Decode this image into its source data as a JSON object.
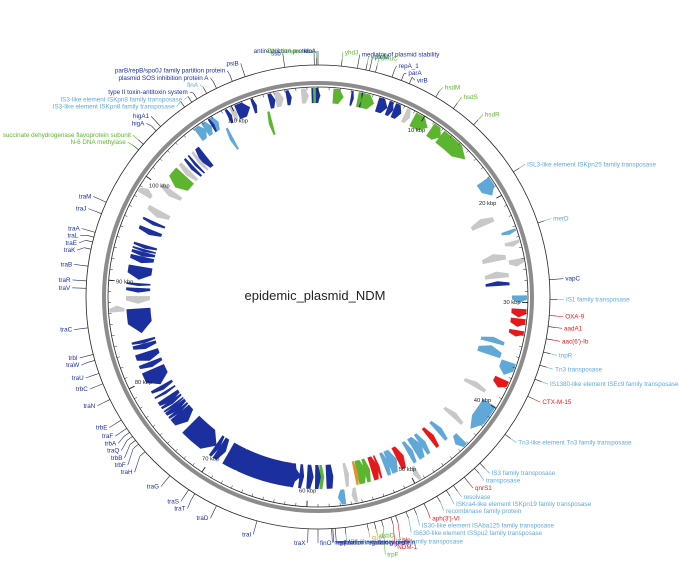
{
  "title": "epidemic_plasmid_NDM",
  "plasmid_length_kbp": 118,
  "tick_labels": [
    "10 kbp",
    "20 kbp",
    "30 kbp",
    "40 kbp",
    "50 kbp",
    "60 kbp",
    "70 kbp",
    "80 kbp",
    "90 kbp",
    "100 kbp",
    "110 kbp"
  ],
  "category_colors": {
    "replication": "#1b2f9e",
    "transfer": "#1b2f9e",
    "mobile": "#5fa8d8",
    "resistance": "#e5191c",
    "metabolic": "#5cb52e",
    "other": "#e5912e",
    "hypothetical": "#c8c8c8"
  },
  "features": [
    {
      "label": "antirestriction protein",
      "position_kbp": 117.7,
      "span_kbp": 0.6,
      "strand": "+",
      "category": "replication"
    },
    {
      "label": "DNA polymerase",
      "position_kbp": 117.9,
      "span_kbp": 0.7,
      "strand": "+",
      "category": "metabolic"
    },
    {
      "label": "klcA",
      "position_kbp": 118.0,
      "span_kbp": 0.4,
      "strand": "+",
      "category": "replication"
    },
    {
      "label": "yhdJ",
      "position_kbp": 1.9,
      "span_kbp": 1.0,
      "strand": "+",
      "category": "metabolic"
    },
    {
      "label": "mediator of plasmid stability",
      "position_kbp": 3.2,
      "span_kbp": 0.3,
      "strand": "+",
      "category": "replication"
    },
    {
      "label": "parM",
      "position_kbp": 4.2,
      "span_kbp": 0.5,
      "strand": "+",
      "category": "replication"
    },
    {
      "label": "umuD",
      "position_kbp": 3.9,
      "span_kbp": 0.4,
      "strand": "+",
      "category": "metabolic"
    },
    {
      "label": "umuC",
      "position_kbp": 4.7,
      "span_kbp": 1.2,
      "strand": "+",
      "category": "metabolic"
    },
    {
      "label": "repA_1",
      "position_kbp": 6.1,
      "span_kbp": 1.0,
      "strand": "+",
      "category": "replication"
    },
    {
      "label": "parA",
      "position_kbp": 6.9,
      "span_kbp": 0.6,
      "strand": "+",
      "category": "replication"
    },
    {
      "label": "virB",
      "position_kbp": 7.6,
      "span_kbp": 0.8,
      "strand": "+",
      "category": "replication"
    },
    {
      "label": "hsdM",
      "position_kbp": 10.0,
      "span_kbp": 1.6,
      "strand": "+",
      "category": "metabolic"
    },
    {
      "label": "hsdS",
      "position_kbp": 11.7,
      "span_kbp": 1.2,
      "strand": "+",
      "category": "metabolic"
    },
    {
      "label": "hsdR",
      "position_kbp": 13.8,
      "span_kbp": 3.2,
      "strand": "+",
      "category": "metabolic"
    },
    {
      "label": "ISL3-like element ISKpn25 family transposase",
      "position_kbp": 18.8,
      "span_kbp": 1.6,
      "strand": "+",
      "category": "mobile"
    },
    {
      "label": "merD",
      "position_kbp": 23.4,
      "span_kbp": 0.4,
      "strand": "+",
      "category": "mobile"
    },
    {
      "label": "vapC",
      "position_kbp": 28.1,
      "span_kbp": 0.5,
      "strand": "-",
      "category": "replication"
    },
    {
      "label": "IS1 family transposase",
      "position_kbp": 29.7,
      "span_kbp": 0.7,
      "strand": "+",
      "category": "mobile"
    },
    {
      "label": "OXA-9",
      "position_kbp": 31.0,
      "span_kbp": 0.8,
      "strand": "+",
      "category": "resistance"
    },
    {
      "label": "aadA1",
      "position_kbp": 31.9,
      "span_kbp": 0.8,
      "strand": "+",
      "category": "resistance"
    },
    {
      "label": "aac(6')-Ib",
      "position_kbp": 32.9,
      "span_kbp": 0.6,
      "strand": "+",
      "category": "resistance"
    },
    {
      "label": "tnpR",
      "position_kbp": 34.0,
      "span_kbp": 0.6,
      "strand": "-",
      "category": "mobile"
    },
    {
      "label": "Tn3 transposase",
      "position_kbp": 35.1,
      "span_kbp": 1.0,
      "strand": "-",
      "category": "mobile"
    },
    {
      "label": "IS1380-like element ISEc9 family transposase",
      "position_kbp": 36.3,
      "span_kbp": 1.3,
      "strand": "+",
      "category": "mobile"
    },
    {
      "label": "CTX-M-15",
      "position_kbp": 37.8,
      "span_kbp": 0.9,
      "strand": "+",
      "category": "resistance"
    },
    {
      "label": "Tn3-like element Tn3 family transposase",
      "position_kbp": 41.4,
      "span_kbp": 3.0,
      "strand": "+",
      "category": "mobile"
    },
    {
      "label": "IS3 family transposase",
      "position_kbp": 44.5,
      "span_kbp": 0.8,
      "strand": "+",
      "category": "mobile"
    },
    {
      "label": "transposase",
      "position_kbp": 45.1,
      "span_kbp": 0.6,
      "strand": "-",
      "category": "mobile"
    },
    {
      "label": "qnrS1",
      "position_kbp": 46.2,
      "span_kbp": 0.6,
      "strand": "-",
      "category": "resistance"
    },
    {
      "label": "resolvase",
      "position_kbp": 47.3,
      "span_kbp": 0.6,
      "strand": "-",
      "category": "mobile"
    },
    {
      "label": "ISKra4-like element ISKpn19 family transposase",
      "position_kbp": 48.0,
      "span_kbp": 1.0,
      "strand": "-",
      "category": "mobile"
    },
    {
      "label": "recombinase family protein",
      "position_kbp": 48.9,
      "span_kbp": 0.6,
      "strand": "-",
      "category": "mobile"
    },
    {
      "label": "aph(3')-VI",
      "position_kbp": 50.1,
      "span_kbp": 0.8,
      "strand": "-",
      "category": "resistance"
    },
    {
      "label": "IS30-like element ISAba125 family transposase",
      "position_kbp": 51.0,
      "span_kbp": 1.0,
      "strand": "-",
      "category": "mobile"
    },
    {
      "label": "IS630-like element ISSpu2 family transposase",
      "position_kbp": 51.7,
      "span_kbp": 0.6,
      "strand": "-",
      "category": "mobile"
    },
    {
      "label": "ble",
      "position_kbp": 52.6,
      "span_kbp": 0.3,
      "strand": "-",
      "category": "resistance"
    },
    {
      "label": "NDM-1",
      "position_kbp": 53.0,
      "span_kbp": 0.8,
      "strand": "-",
      "category": "resistance"
    },
    {
      "label": "trpF",
      "position_kbp": 53.8,
      "span_kbp": 0.6,
      "strand": "-",
      "category": "metabolic"
    },
    {
      "label": "dsbD",
      "position_kbp": 54.4,
      "span_kbp": 1.0,
      "strand": "-",
      "category": "metabolic"
    },
    {
      "label": "cutA",
      "position_kbp": 55.0,
      "span_kbp": 0.4,
      "strand": "-",
      "category": "other"
    },
    {
      "label": "IS6-like element IS26 family transposase",
      "position_kbp": 56.8,
      "span_kbp": 0.7,
      "strand": "+",
      "category": "mobile"
    },
    {
      "label": "replication regulatory protein",
      "position_kbp": 57.8,
      "span_kbp": 0.3,
      "strand": "-",
      "category": "replication"
    },
    {
      "label": "repA",
      "position_kbp": 57.6,
      "span_kbp": 0.4,
      "strand": "-",
      "category": "replication"
    },
    {
      "label": "replication initiation protein",
      "position_kbp": 57.9,
      "span_kbp": 0.5,
      "strand": "-",
      "category": "replication"
    },
    {
      "label": "finO",
      "position_kbp": 59.0,
      "span_kbp": 0.6,
      "strand": "-",
      "category": "replication"
    },
    {
      "label": "traX",
      "position_kbp": 59.8,
      "span_kbp": 0.7,
      "strand": "-",
      "category": "transfer"
    },
    {
      "label": "traI",
      "position_kbp": 64.0,
      "span_kbp": 6.5,
      "strand": "-",
      "category": "transfer"
    },
    {
      "label": "traD",
      "position_kbp": 67.5,
      "span_kbp": 2.6,
      "strand": "-",
      "category": "transfer"
    },
    {
      "label": "traT",
      "position_kbp": 69.5,
      "span_kbp": 0.8,
      "strand": "-",
      "category": "transfer"
    },
    {
      "label": "traS",
      "position_kbp": 70.1,
      "span_kbp": 0.5,
      "strand": "-",
      "category": "transfer"
    },
    {
      "label": "traG",
      "position_kbp": 72.0,
      "span_kbp": 3.5,
      "strand": "-",
      "category": "transfer"
    },
    {
      "label": "traH",
      "position_kbp": 74.8,
      "span_kbp": 1.3,
      "strand": "-",
      "category": "transfer"
    },
    {
      "label": "trbF",
      "position_kbp": 75.6,
      "span_kbp": 0.4,
      "strand": "-",
      "category": "transfer"
    },
    {
      "label": "trbB",
      "position_kbp": 76.0,
      "span_kbp": 0.6,
      "strand": "-",
      "category": "transfer"
    },
    {
      "label": "traQ",
      "position_kbp": 76.4,
      "span_kbp": 0.3,
      "strand": "-",
      "category": "transfer"
    },
    {
      "label": "trbA",
      "position_kbp": 76.8,
      "span_kbp": 0.4,
      "strand": "-",
      "category": "transfer"
    },
    {
      "label": "traF",
      "position_kbp": 77.2,
      "span_kbp": 0.7,
      "strand": "-",
      "category": "transfer"
    },
    {
      "label": "trbE",
      "position_kbp": 78.0,
      "span_kbp": 0.3,
      "strand": "-",
      "category": "transfer"
    },
    {
      "label": "traN",
      "position_kbp": 79.9,
      "span_kbp": 1.8,
      "strand": "-",
      "category": "transfer"
    },
    {
      "label": "trbC",
      "position_kbp": 81.3,
      "span_kbp": 0.6,
      "strand": "-",
      "category": "transfer"
    },
    {
      "label": "traU",
      "position_kbp": 82.2,
      "span_kbp": 1.0,
      "strand": "-",
      "category": "transfer"
    },
    {
      "label": "traW",
      "position_kbp": 83.3,
      "span_kbp": 0.6,
      "strand": "-",
      "category": "transfer"
    },
    {
      "label": "trbI",
      "position_kbp": 83.8,
      "span_kbp": 0.4,
      "strand": "-",
      "category": "transfer"
    },
    {
      "label": "traC",
      "position_kbp": 86.0,
      "span_kbp": 2.6,
      "strand": "-",
      "category": "transfer"
    },
    {
      "label": "traV",
      "position_kbp": 89.2,
      "span_kbp": 0.5,
      "strand": "-",
      "category": "transfer"
    },
    {
      "label": "traR",
      "position_kbp": 89.8,
      "span_kbp": 0.3,
      "strand": "-",
      "category": "transfer"
    },
    {
      "label": "traB",
      "position_kbp": 91.0,
      "span_kbp": 1.4,
      "strand": "-",
      "category": "transfer"
    },
    {
      "label": "traK",
      "position_kbp": 92.4,
      "span_kbp": 0.7,
      "strand": "-",
      "category": "transfer"
    },
    {
      "label": "traE",
      "position_kbp": 93.0,
      "span_kbp": 0.5,
      "strand": "-",
      "category": "transfer"
    },
    {
      "label": "traL",
      "position_kbp": 93.4,
      "span_kbp": 0.3,
      "strand": "-",
      "category": "transfer"
    },
    {
      "label": "traA",
      "position_kbp": 93.8,
      "span_kbp": 0.4,
      "strand": "-",
      "category": "transfer"
    },
    {
      "label": "traJ",
      "position_kbp": 95.4,
      "span_kbp": 0.6,
      "strand": "-",
      "category": "transfer"
    },
    {
      "label": "traM",
      "position_kbp": 96.4,
      "span_kbp": 0.4,
      "strand": "-",
      "category": "transfer"
    },
    {
      "label": "N-6 DNA methylase",
      "position_kbp": 101.4,
      "span_kbp": 1.2,
      "strand": "-",
      "category": "metabolic"
    },
    {
      "label": "succinate dehydrogenase flavoprotein subunit",
      "position_kbp": 102.0,
      "span_kbp": 0.8,
      "strand": "-",
      "category": "metabolic"
    },
    {
      "label": "higA",
      "position_kbp": 103.5,
      "span_kbp": 0.4,
      "strand": "-",
      "category": "replication"
    },
    {
      "label": "higA1",
      "position_kbp": 104.0,
      "span_kbp": 0.3,
      "strand": "-",
      "category": "replication"
    },
    {
      "label": "type II toxin-antitoxin system",
      "position_kbp": 107.7,
      "span_kbp": 0.3,
      "strand": "+",
      "category": "replication"
    },
    {
      "label": "IS3-like element ISKpn8 family transposase",
      "position_kbp": 106.5,
      "span_kbp": 0.9,
      "strand": "+",
      "category": "mobile"
    },
    {
      "label": "IS3-like element ISKpn8 family transposase",
      "position_kbp": 107.2,
      "span_kbp": 0.7,
      "strand": "+",
      "category": "mobile"
    },
    {
      "label": "finA",
      "position_kbp": 108.6,
      "span_kbp": 0.4,
      "strand": "-",
      "category": "mobile"
    },
    {
      "label": "plasmid SOS inhibition protein A",
      "position_kbp": 109.5,
      "span_kbp": 0.4,
      "strand": "+",
      "category": "replication"
    },
    {
      "label": "parB/repB/spo0J family partition protein",
      "position_kbp": 110.9,
      "span_kbp": 1.3,
      "strand": "+",
      "category": "replication"
    },
    {
      "label": "psiB",
      "position_kbp": 112.0,
      "span_kbp": 0.4,
      "strand": "+",
      "category": "replication"
    },
    {
      "label": "ssb",
      "position_kbp": 115.3,
      "span_kbp": 0.5,
      "strand": "+",
      "category": "replication"
    }
  ],
  "unlabeled_features": [
    {
      "position_kbp": 116.8,
      "span_kbp": 0.7,
      "strand": "+",
      "category": "hypothetical"
    },
    {
      "position_kbp": 114.4,
      "span_kbp": 0.8,
      "strand": "+",
      "category": "hypothetical"
    },
    {
      "position_kbp": 113.7,
      "span_kbp": 0.6,
      "strand": "+",
      "category": "replication"
    },
    {
      "position_kbp": 113.0,
      "span_kbp": 0.4,
      "strand": "-",
      "category": "metabolic"
    },
    {
      "position_kbp": 110.0,
      "span_kbp": 0.5,
      "strand": "+",
      "category": "hypothetical"
    },
    {
      "position_kbp": 108.0,
      "span_kbp": 0.6,
      "strand": "+",
      "category": "mobile"
    },
    {
      "position_kbp": 105.0,
      "span_kbp": 0.8,
      "strand": "-",
      "category": "replication"
    },
    {
      "position_kbp": 104.5,
      "span_kbp": 0.4,
      "strand": "-",
      "category": "hypothetical"
    },
    {
      "position_kbp": 102.8,
      "span_kbp": 0.6,
      "strand": "-",
      "category": "hypothetical"
    },
    {
      "position_kbp": 100.0,
      "span_kbp": 0.7,
      "strand": "-",
      "category": "hypothetical"
    },
    {
      "position_kbp": 98.8,
      "span_kbp": 0.7,
      "strand": "+",
      "category": "hypothetical"
    },
    {
      "position_kbp": 97.5,
      "span_kbp": 0.8,
      "strand": "-",
      "category": "hypothetical"
    },
    {
      "position_kbp": 88.2,
      "span_kbp": 0.8,
      "strand": "-",
      "category": "hypothetical"
    },
    {
      "position_kbp": 87.4,
      "span_kbp": 0.6,
      "strand": "+",
      "category": "hypothetical"
    },
    {
      "position_kbp": 78.6,
      "span_kbp": 0.5,
      "strand": "-",
      "category": "transfer"
    },
    {
      "position_kbp": 72.8,
      "span_kbp": 0.6,
      "strand": "-",
      "category": "hypothetical"
    },
    {
      "position_kbp": 61.5,
      "span_kbp": 0.6,
      "strand": "-",
      "category": "transfer"
    },
    {
      "position_kbp": 60.7,
      "span_kbp": 0.5,
      "strand": "-",
      "category": "transfer"
    },
    {
      "position_kbp": 58.6,
      "span_kbp": 0.5,
      "strand": "-",
      "category": "metabolic"
    },
    {
      "position_kbp": 56.0,
      "span_kbp": 0.5,
      "strand": "-",
      "category": "hypothetical"
    },
    {
      "position_kbp": 55.6,
      "span_kbp": 0.5,
      "strand": "+",
      "category": "hypothetical"
    },
    {
      "position_kbp": 49.5,
      "span_kbp": 0.5,
      "strand": "+",
      "category": "hypothetical"
    },
    {
      "position_kbp": 42.9,
      "span_kbp": 0.6,
      "strand": "-",
      "category": "hypothetical"
    },
    {
      "position_kbp": 39.0,
      "span_kbp": 0.6,
      "strand": "-",
      "category": "hypothetical"
    },
    {
      "position_kbp": 27.2,
      "span_kbp": 0.7,
      "strand": "-",
      "category": "hypothetical"
    },
    {
      "position_kbp": 26.3,
      "span_kbp": 0.7,
      "strand": "+",
      "category": "hypothetical"
    },
    {
      "position_kbp": 25.4,
      "span_kbp": 0.8,
      "strand": "-",
      "category": "hypothetical"
    },
    {
      "position_kbp": 24.5,
      "span_kbp": 0.5,
      "strand": "+",
      "category": "hypothetical"
    },
    {
      "position_kbp": 21.5,
      "span_kbp": 0.8,
      "strand": "-",
      "category": "hypothetical"
    },
    {
      "position_kbp": 8.6,
      "span_kbp": 0.6,
      "strand": "+",
      "category": "hypothetical"
    }
  ]
}
